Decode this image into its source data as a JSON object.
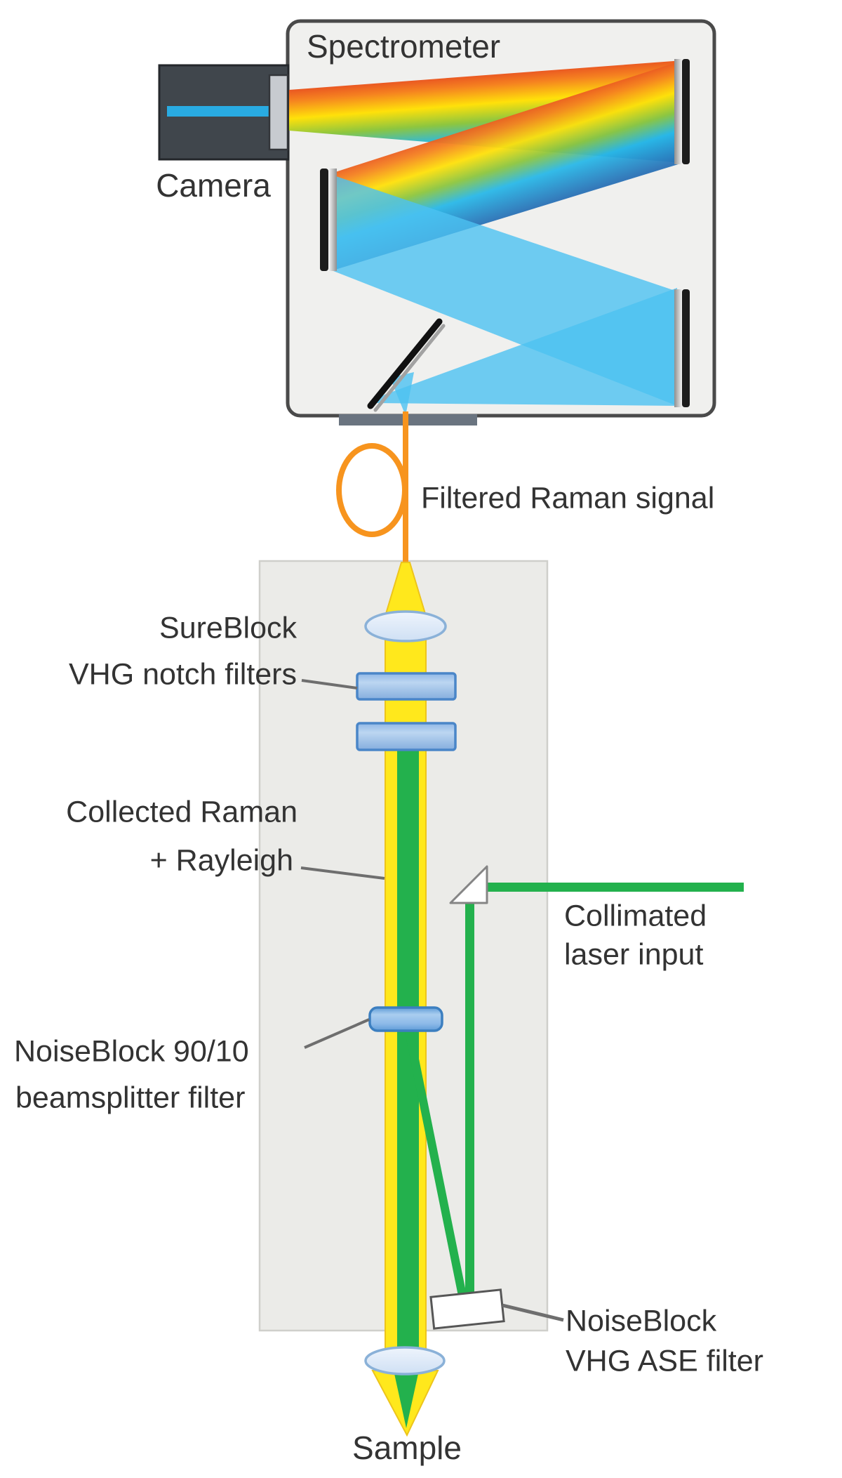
{
  "labels": {
    "spectrometer": "Spectrometer",
    "camera": "Camera",
    "fiber": "Filtered Raman signal",
    "notch_line1": "SureBlock",
    "notch_line2": "VHG notch filters",
    "collected_line1": "Collected Raman",
    "collected_line2": "+ Rayleigh",
    "laser_line1": "Collimated",
    "laser_line2": "laser input",
    "beamsplitter_line1": "NoiseBlock 90/10",
    "beamsplitter_line2": "beamsplitter filter",
    "ase_line1": "NoiseBlock",
    "ase_line2": "VHG ASE filter",
    "sample": "Sample"
  },
  "colors": {
    "fiber_orange": "#f7941e",
    "raman_yellow": "#ffe81c",
    "raman_yellow_edge": "#edc41c",
    "laser_green": "#23b14d",
    "beam_blue": "#4cc2f1",
    "filter_border_blue": "#4a86c8",
    "beamsplitter_border_blue": "#3c7fc0",
    "lens_border": "#8ab1d8",
    "camera_stripe_blue": "#29abe2"
  }
}
